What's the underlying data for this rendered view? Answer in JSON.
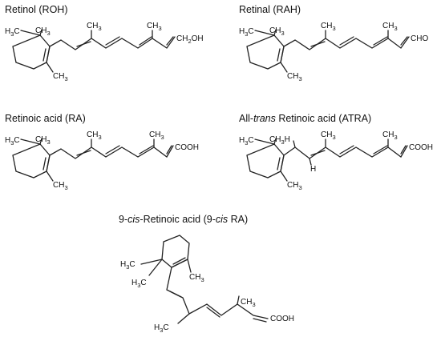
{
  "captions": {
    "retinol": "Retinol (ROH)",
    "retinal": "Retinal (RAH)",
    "retinoic_acid": "Retinoic acid (RA)",
    "atra_prefix": "All-",
    "atra_italic": "trans",
    "atra_suffix": " Retinoic acid (ATRA)",
    "cis9_part1": "9-",
    "cis9_part2": "cis",
    "cis9_part3": "-Retinoic acid (9-",
    "cis9_part4": "cis",
    "cis9_part5": " RA)"
  },
  "atoms": {
    "h3c": "H3C",
    "ch3": "CH3",
    "ch2oh": "CH2OH",
    "cho": "CHO",
    "cooh": "COOH",
    "ch3h": "CH3H",
    "h": "H"
  }
}
